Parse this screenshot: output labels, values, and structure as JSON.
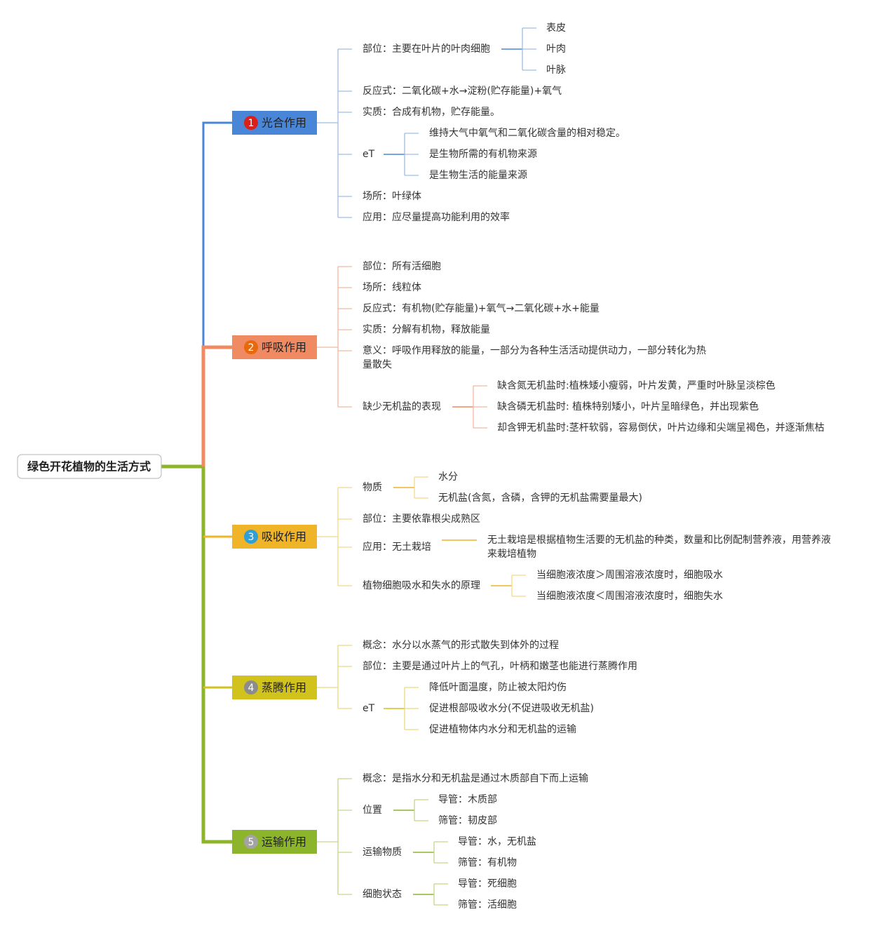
{
  "root": {
    "label": "绿色开花植物的生活方式"
  },
  "branches": [
    {
      "id": "photosynthesis",
      "number": "1",
      "label": "光合作用",
      "color": "#4a86d8",
      "badge_color": "#d9201b",
      "line_color": "#9ebde8",
      "children": [
        {
          "label": "部位：主要在叶片的叶肉细胞",
          "children": [
            "表皮",
            "叶肉",
            "叶脉"
          ]
        },
        {
          "label": "反应式：二氧化碳+水→淀粉(贮存能量)+氧气"
        },
        {
          "label": "实质：合成有机物，贮存能量。"
        },
        {
          "label": "eT",
          "children": [
            "维持大气中氧气和二氧化碳含量的相对稳定。",
            "是生物所需的有机物来源",
            "是生物生活的能量来源"
          ]
        },
        {
          "label": "场所：叶绿体"
        },
        {
          "label": "应用：应尽量提高功能利用的效率"
        }
      ]
    },
    {
      "id": "respiration",
      "number": "2",
      "label": "呼吸作用",
      "color": "#ef8a62",
      "badge_color": "#e8680c",
      "line_color": "#f4b89e",
      "children": [
        {
          "label": "部位：所有活细胞"
        },
        {
          "label": "场所：线粒体"
        },
        {
          "label": "反应式：有机物(贮存能量)+氧气→二氧化碳+水+能量"
        },
        {
          "label": "实质：分解有机物，释放能量"
        },
        {
          "label": "意义：呼吸作用释放的能量，一部分为各种生活活动提供动力，一部分转化为热",
          "label2": "量散失"
        },
        {
          "label": "缺少无机盐的表现",
          "children": [
            "缺含氮无机盐时:植株矮小瘦弱，叶片发黄，严重时叶脉呈淡棕色",
            "缺含磷无机盐时: 植株特别矮小，叶片呈暗绿色，并出现紫色",
            "却含钾无机盐时:茎杆软弱，容易倒伏，叶片边缘和尖端呈褐色，并逐渐焦枯"
          ]
        }
      ]
    },
    {
      "id": "absorption",
      "number": "3",
      "label": "吸收作用",
      "color": "#f0b428",
      "badge_color": "#2f9fd6",
      "line_color": "#f5d88a",
      "children": [
        {
          "label": "物质",
          "children": [
            "水分",
            "无机盐(含氮，含磷，含钾的无机盐需要量最大)"
          ]
        },
        {
          "label": "部位：主要依靠根尖成熟区"
        },
        {
          "label": "应用：无土栽培",
          "children": [
            "无土栽培是根据植物生活要的无机盐的种类，数量和比例配制营养液，用营养液"
          ],
          "children_line2": "来栽培植物"
        },
        {
          "label": "植物细胞吸水和失水的原理",
          "children": [
            "当细胞液浓度＞周围溶液浓度时，细胞吸水",
            "当细胞液浓度＜周围溶液浓度时，细胞失水"
          ]
        }
      ]
    },
    {
      "id": "transpiration",
      "number": "4",
      "label": "蒸腾作用",
      "color": "#d2c21c",
      "badge_color": "#8c8c8c",
      "line_color": "#e6db7c",
      "children": [
        {
          "label": "概念：水分以水蒸气的形式散失到体外的过程"
        },
        {
          "label": "部位：主要是通过叶片上的气孔，叶柄和嫩茎也能进行蒸腾作用"
        },
        {
          "label": "eT",
          "children": [
            "降低叶面温度，防止被太阳灼伤",
            "促进根部吸收水分(不促进吸收无机盐)",
            "促进植物体内水分和无机盐的运输"
          ]
        }
      ]
    },
    {
      "id": "transport",
      "number": "5",
      "label": "运输作用",
      "color": "#8db52b",
      "badge_color": "#a3a3a3",
      "line_color": "#c3d68a",
      "children": [
        {
          "label": "概念：是指水分和无机盐是通过木质部自下而上运输"
        },
        {
          "label": "位置",
          "children": [
            "导管：木质部",
            "筛管：韧皮部"
          ]
        },
        {
          "label": "运输物质",
          "children": [
            "导管：水，无机盐",
            "筛管：有机物"
          ]
        },
        {
          "label": "细胞状态",
          "children": [
            "导管：死细胞",
            "筛管：活细胞"
          ]
        }
      ]
    }
  ]
}
